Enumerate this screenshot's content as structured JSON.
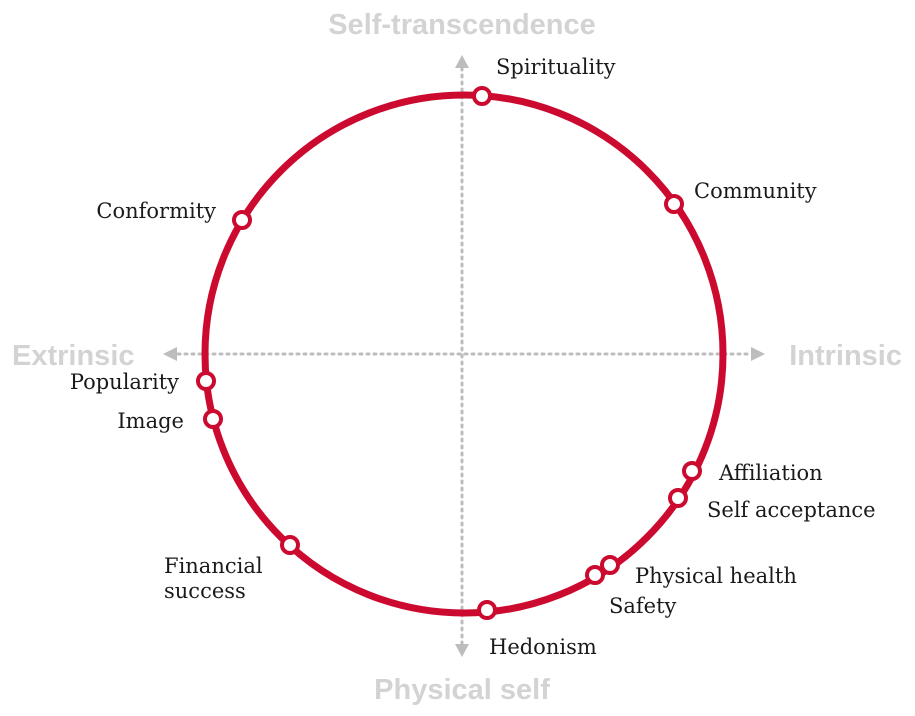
{
  "axes": {
    "top": "Self-transcendence",
    "bottom": "Physical self",
    "left": "Extrinsic",
    "right": "Intrinsic"
  },
  "colors": {
    "circle": "#cc0a2f",
    "axis": "#bdbdbd",
    "axis_label": "#d3d3d3",
    "text": "#1a1a1a"
  },
  "goals": [
    {
      "id": "spirituality",
      "lines": [
        "Spirituality"
      ]
    },
    {
      "id": "community",
      "lines": [
        "Community"
      ]
    },
    {
      "id": "conformity",
      "lines": [
        "Conformity"
      ]
    },
    {
      "id": "popularity",
      "lines": [
        "Popularity"
      ]
    },
    {
      "id": "image",
      "lines": [
        "Image"
      ]
    },
    {
      "id": "affiliation",
      "lines": [
        "Affiliation"
      ]
    },
    {
      "id": "self-acceptance",
      "lines": [
        "Self acceptance"
      ]
    },
    {
      "id": "financial-success",
      "lines": [
        "Financial",
        "success"
      ]
    },
    {
      "id": "physical-health",
      "lines": [
        "Physical health"
      ]
    },
    {
      "id": "safety",
      "lines": [
        "Safety"
      ]
    },
    {
      "id": "hedonism",
      "lines": [
        "Hedonism"
      ]
    }
  ]
}
